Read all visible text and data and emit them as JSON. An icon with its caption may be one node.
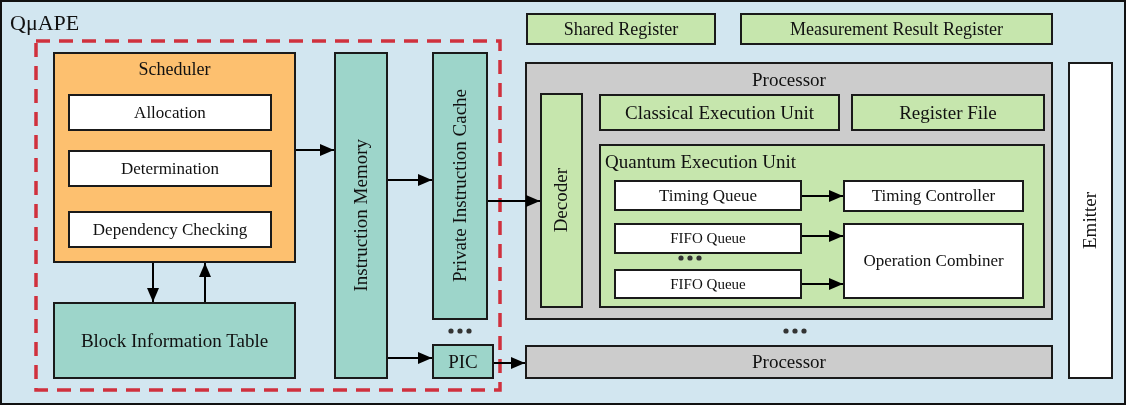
{
  "diagram": {
    "nodes": [
      {
        "text": [
          "QμAPE"
        ]
      },
      {
        "text": [
          "Scheduler"
        ],
        "in": 0
      },
      {
        "text": [
          "Allocation"
        ],
        "in": 1
      },
      {
        "text": [
          "Determination"
        ],
        "in": 1
      },
      {
        "text": [
          "Dependency Checking"
        ],
        "in": 1
      },
      {
        "text": [
          "Block Information Table"
        ],
        "in": 0
      },
      {
        "text": [
          "Instruction Memory"
        ],
        "in": 0
      },
      {
        "text": [
          "Private Instruction Cache"
        ],
        "in": 0
      },
      {
        "text": [
          "PIC"
        ],
        "in": 0
      },
      {
        "text": [
          "Shared Register"
        ],
        "in": 0
      },
      {
        "text": [
          "Measurement Result Register"
        ],
        "in": 0
      },
      {
        "text": [
          "Processor"
        ],
        "in": 0
      },
      {
        "text": [
          "Decoder"
        ],
        "in": 11
      },
      {
        "text": [
          "Classical Execution Unit"
        ],
        "in": 11
      },
      {
        "text": [
          "Register File"
        ],
        "in": 11
      },
      {
        "text": [
          "Quantum Execution Unit"
        ],
        "in": 11
      },
      {
        "text": [
          "Timing Queue"
        ],
        "in": 15
      },
      {
        "text": [
          "Timing Controller"
        ],
        "in": 15
      },
      {
        "text": [
          "FIFO Queue"
        ],
        "in": 15
      },
      {
        "text": [
          "FIFO Queue"
        ],
        "in": 15
      },
      {
        "text": [
          "Operation Combiner"
        ],
        "in": 15
      },
      {
        "text": [
          "Processor"
        ],
        "in": 0
      },
      {
        "text": [
          "Emitter"
        ],
        "in": 0
      }
    ],
    "edges": [
      {
        "from": 1,
        "to": 6,
        "arrow": "to"
      },
      {
        "from": 1,
        "to": 5,
        "arrow": "to"
      },
      {
        "from": 5,
        "to": 1,
        "arrow": "to"
      },
      {
        "from": 6,
        "to": 7,
        "arrow": "to"
      },
      {
        "from": 6,
        "to": 8,
        "arrow": "to"
      },
      {
        "from": 7,
        "to": 12,
        "arrow": "to"
      },
      {
        "from": 8,
        "to": 21,
        "arrow": "to"
      },
      {
        "from": 16,
        "to": 17,
        "arrow": "to"
      },
      {
        "from": 18,
        "to": 20,
        "arrow": "to"
      },
      {
        "from": 19,
        "to": 20,
        "arrow": "to"
      }
    ]
  }
}
